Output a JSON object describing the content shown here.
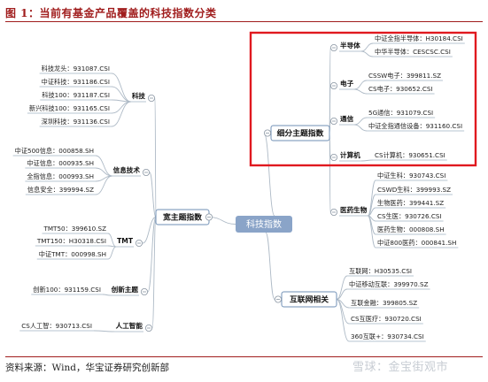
{
  "title": "图 1：当前有基金产品覆盖的科技指数分类",
  "source": "资料来源：Wind，华宝证券研究创新部",
  "watermark": "雪球：金宝街观市",
  "root": "科技指数",
  "colors": {
    "title_red": "#a01d1d",
    "highlight_red": "#e0191f",
    "root_fill": "#8aa4c8",
    "line": "#aebac6"
  },
  "branches": {
    "broad": {
      "label": "宽主题指数",
      "groups": [
        {
          "label": "科技",
          "items": [
            "科技龙头：931087.CSI",
            "中证科技：931186.CSI",
            "科技100：931187.CSI",
            "新兴科技100：931165.CSI",
            "深圳科技：931136.CSI"
          ]
        },
        {
          "label": "信息技术",
          "items": [
            "中证500信息：000858.SH",
            "中证信息：000935.SH",
            "全指信息：000993.SH",
            "信息安全：399994.SZ"
          ]
        },
        {
          "label": "TMT",
          "items": [
            "TMT50：399610.SZ",
            "TMT150：H30318.CSI",
            "中证TMT：000998.SH"
          ]
        },
        {
          "label": "创新主题",
          "items": [
            "创新100：931159.CSI"
          ]
        },
        {
          "label": "人工智能",
          "items": [
            "CS人工智：930713.CSI"
          ]
        }
      ]
    },
    "segment": {
      "label": "细分主题指数",
      "groups": [
        {
          "label": "半导体",
          "items": [
            "中证全指半导体：H30184.CSI",
            "中华半导体：CESCSC.CSI"
          ]
        },
        {
          "label": "电子",
          "items": [
            "CSSW电子：399811.SZ",
            "CS电子：930652.CSI"
          ]
        },
        {
          "label": "通信",
          "items": [
            "5G通信：931079.CSI",
            "中证全指通信设备：931160.CSI"
          ]
        },
        {
          "label": "计算机",
          "items": [
            "CS计算机：930651.CSI"
          ]
        },
        {
          "label": "医药生物",
          "items": [
            "中证生科：930743.CSI",
            "CSWD生科：399993.SZ",
            "生物医药：399441.SZ",
            "CS生医：930726.CSI",
            "医药生物：000808.SH",
            "中证800医药：000841.SH"
          ]
        }
      ]
    },
    "internet": {
      "label": "互联网相关",
      "items": [
        "互联网：H30535.CSI",
        "中证移动互联：399970.SZ",
        "互联金融：399805.SZ",
        "CS互医疗：930720.CSI",
        "360互联+：930734.CSI"
      ]
    }
  }
}
